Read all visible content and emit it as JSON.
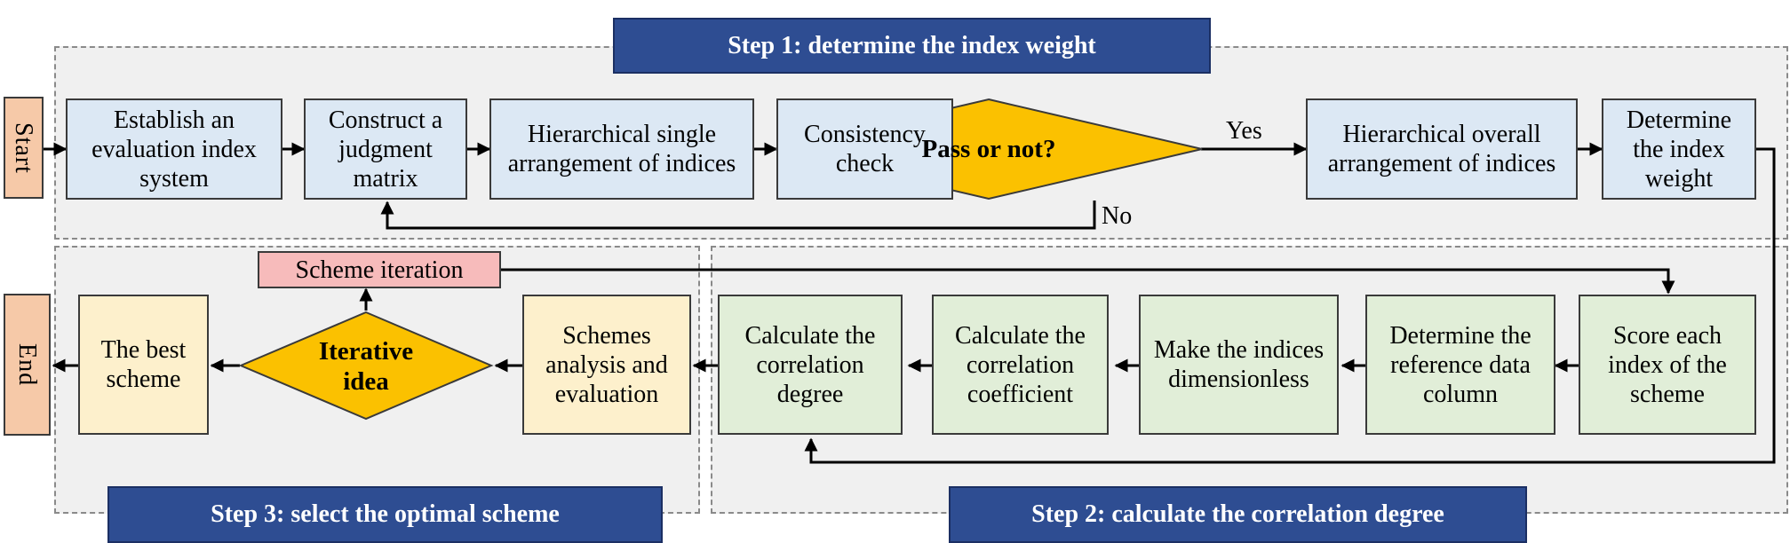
{
  "step1": {
    "title": "Step 1:  determine the index weight",
    "establish": "Establish an evaluation index system",
    "construct": "Construct a judgment matrix",
    "single": "Hierarchical single arrangement of indices",
    "consistency": "Consistency check",
    "decision": "Pass or not?",
    "yes": "Yes",
    "no": "No",
    "overall": "Hierarchical overall arrangement of indices",
    "weight": "Determine the index weight"
  },
  "step2": {
    "title": "Step 2: calculate the correlation degree",
    "score": "Score each index of the scheme",
    "reference": "Determine the reference data column",
    "dimensionless": "Make the indices dimensionless",
    "coefficient": "Calculate the correlation coefficient",
    "degree": "Calculate the correlation degree"
  },
  "step3": {
    "title": "Step 3: select the optimal scheme",
    "analysis": "Schemes analysis and evaluation",
    "iterative": "Iterative idea",
    "iteration": "Scheme iteration",
    "best": "The best scheme"
  },
  "start": "Start",
  "end": "End",
  "colors": {
    "step1_box": "#dce8f4",
    "step2_box": "#e1eed8",
    "step3_box": "#fdf0cc",
    "decision": "#fbc100",
    "title_bar": "#2e4d92",
    "iteration": "#f7bbbb",
    "terminal": "#f6c9a8"
  }
}
